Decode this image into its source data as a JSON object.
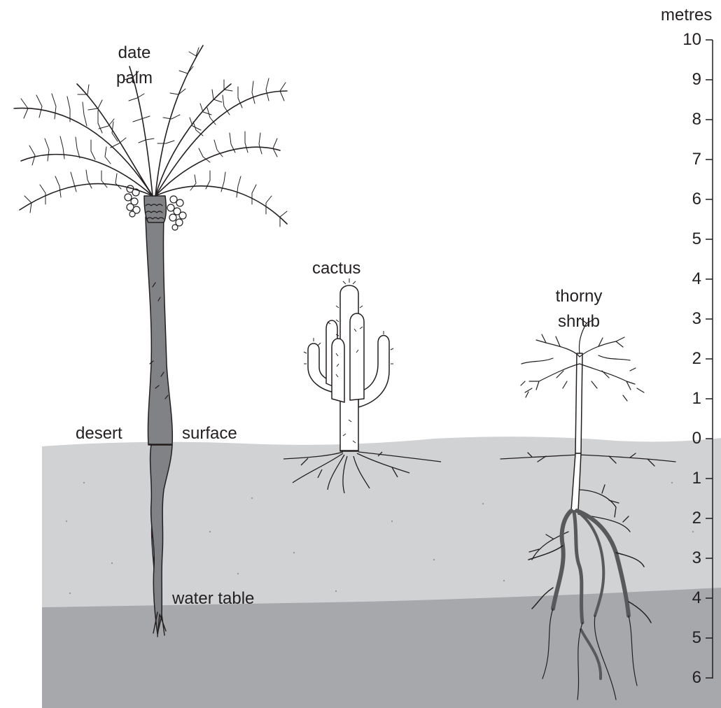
{
  "labels": {
    "date_palm_line1": "date",
    "date_palm_line2": "palm",
    "cactus": "cactus",
    "thorny_shrub_line1": "thorny",
    "thorny_shrub_line2": "shrub",
    "desert": "desert",
    "surface": "surface",
    "water_table": "water table"
  },
  "scale": {
    "unit": "metres",
    "above_ground": [
      "10",
      "9",
      "8",
      "7",
      "6",
      "5",
      "4",
      "3",
      "2",
      "1",
      "0"
    ],
    "below_ground": [
      "1",
      "2",
      "3",
      "4",
      "5",
      "6"
    ]
  },
  "colors": {
    "ink": "#231f20",
    "soil": "#d1d2d4",
    "water_zone": "#a6a8ab",
    "trunk": "#808285",
    "root": "#58595b"
  }
}
